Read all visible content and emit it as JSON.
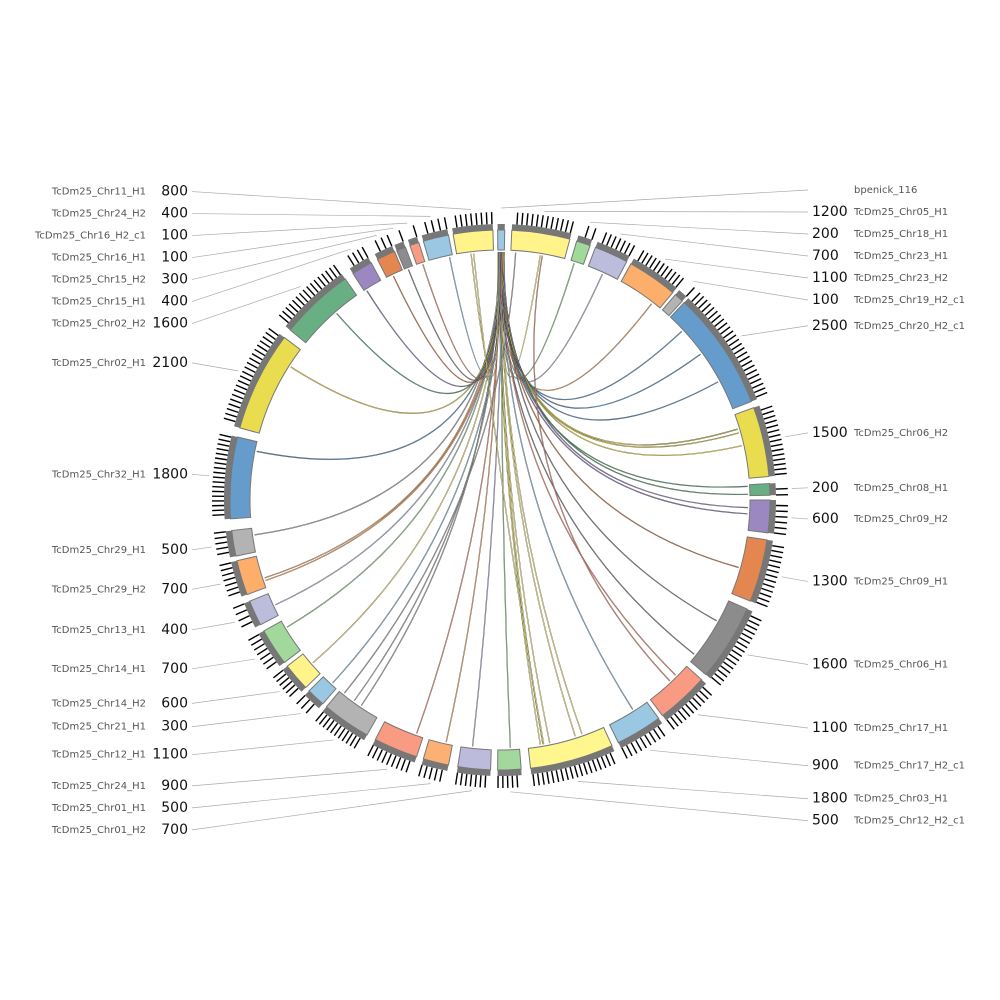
{
  "chart_data": {
    "type": "circos",
    "tick_interval": 100,
    "segments": [
      {
        "name": "bpenick_116",
        "color": "#9cc9e3",
        "length": 50
      },
      {
        "name": "TcDm25_Chr05_H1",
        "color": "#fff38a",
        "length": 1200
      },
      {
        "name": "TcDm25_Chr18_H1",
        "color": "#a1d99b",
        "length": 200
      },
      {
        "name": "TcDm25_Chr23_H1",
        "color": "#bcbddc",
        "length": 700
      },
      {
        "name": "TcDm25_Chr23_H2",
        "color": "#fdae6b",
        "length": 1100
      },
      {
        "name": "TcDm25_Chr19_H2_c1",
        "color": "#b3b3b3",
        "length": 100
      },
      {
        "name": "TcDm25_Chr20_H2_c1",
        "color": "#669ccc",
        "length": 2500
      },
      {
        "name": "TcDm25_Chr06_H2",
        "color": "#e9dc4f",
        "length": 1500
      },
      {
        "name": "TcDm25_Chr08_H1",
        "color": "#68b083",
        "length": 200
      },
      {
        "name": "TcDm25_Chr09_H2",
        "color": "#9b88c0",
        "length": 600
      },
      {
        "name": "TcDm25_Chr09_H1",
        "color": "#e3864f",
        "length": 1300
      },
      {
        "name": "TcDm25_Chr06_H1",
        "color": "#8c8c8c",
        "length": 1600
      },
      {
        "name": "TcDm25_Chr17_H1",
        "color": "#f99a83",
        "length": 1100
      },
      {
        "name": "TcDm25_Chr17_H2_c1",
        "color": "#9ac7e1",
        "length": 900
      },
      {
        "name": "TcDm25_Chr03_H1",
        "color": "#fff68d",
        "length": 1800
      },
      {
        "name": "TcDm25_Chr12_H2_c1",
        "color": "#a3d89d",
        "length": 500
      },
      {
        "name": "TcDm25_Chr01_H2",
        "color": "#bdbbdb",
        "length": 700
      },
      {
        "name": "TcDm25_Chr01_H1",
        "color": "#fdb074",
        "length": 500
      },
      {
        "name": "TcDm25_Chr24_H1",
        "color": "#f99a83",
        "length": 900
      },
      {
        "name": "TcDm25_Chr12_H1",
        "color": "#b3b3b3",
        "length": 1100
      },
      {
        "name": "TcDm25_Chr21_H1",
        "color": "#9ac7e1",
        "length": 300
      },
      {
        "name": "TcDm25_Chr14_H2",
        "color": "#fff38a",
        "length": 600
      },
      {
        "name": "TcDm25_Chr14_H1",
        "color": "#a3d89d",
        "length": 700
      },
      {
        "name": "TcDm25_Chr13_H1",
        "color": "#bcbddc",
        "length": 400
      },
      {
        "name": "TcDm25_Chr29_H2",
        "color": "#fdae6b",
        "length": 700
      },
      {
        "name": "TcDm25_Chr29_H1",
        "color": "#b3b3b3",
        "length": 500
      },
      {
        "name": "TcDm25_Chr32_H1",
        "color": "#669ccc",
        "length": 1800
      },
      {
        "name": "TcDm25_Chr02_H1",
        "color": "#e9dc4f",
        "length": 2100
      },
      {
        "name": "TcDm25_Chr02_H2",
        "color": "#68b083",
        "length": 1600
      },
      {
        "name": "TcDm25_Chr15_H1",
        "color": "#9b88c0",
        "length": 400
      },
      {
        "name": "TcDm25_Chr15_H2",
        "color": "#e3864f",
        "length": 300
      },
      {
        "name": "TcDm25_Chr16_H1",
        "color": "#8c8c8c",
        "length": 100
      },
      {
        "name": "TcDm25_Chr16_H2_c1",
        "color": "#f99a83",
        "length": 100
      },
      {
        "name": "TcDm25_Chr24_H2",
        "color": "#9ac7e1",
        "length": 400
      },
      {
        "name": "TcDm25_Chr11_H1",
        "color": "#fff38a",
        "length": 800
      }
    ],
    "links": [
      [
        0,
        1
      ],
      [
        0,
        2
      ],
      [
        0,
        3
      ],
      [
        0,
        4
      ],
      [
        0,
        6
      ],
      [
        0,
        6
      ],
      [
        0,
        6
      ],
      [
        0,
        7
      ],
      [
        0,
        7
      ],
      [
        0,
        7
      ],
      [
        0,
        8
      ],
      [
        0,
        8
      ],
      [
        0,
        9
      ],
      [
        0,
        9
      ],
      [
        0,
        10
      ],
      [
        0,
        11
      ],
      [
        0,
        11
      ],
      [
        0,
        12
      ],
      [
        0,
        13
      ],
      [
        0,
        14
      ],
      [
        0,
        14
      ],
      [
        0,
        14
      ],
      [
        0,
        14
      ],
      [
        0,
        14
      ],
      [
        0,
        15
      ],
      [
        0,
        16
      ],
      [
        0,
        17
      ],
      [
        0,
        18
      ],
      [
        0,
        19
      ],
      [
        0,
        19
      ],
      [
        0,
        20
      ],
      [
        0,
        21
      ],
      [
        0,
        22
      ],
      [
        0,
        23
      ],
      [
        0,
        24
      ],
      [
        0,
        24
      ],
      [
        0,
        25
      ],
      [
        0,
        26
      ],
      [
        0,
        27
      ],
      [
        0,
        28
      ],
      [
        0,
        29
      ],
      [
        0,
        30
      ],
      [
        0,
        31
      ],
      [
        0,
        32
      ],
      [
        0,
        33
      ],
      [
        0,
        34
      ],
      [
        1,
        12
      ],
      [
        1,
        19
      ],
      [
        34,
        14
      ]
    ]
  }
}
